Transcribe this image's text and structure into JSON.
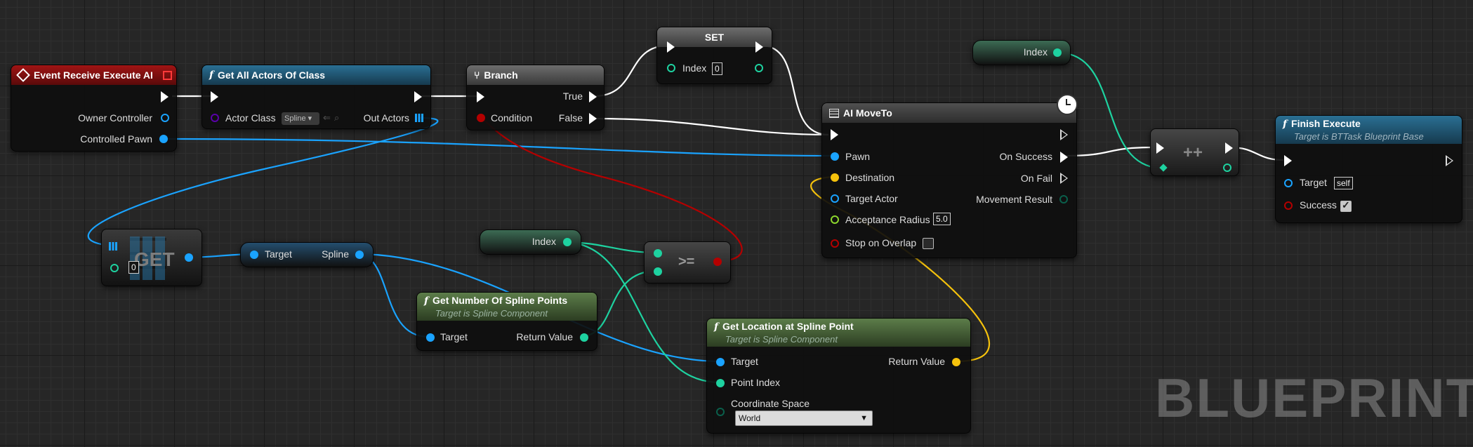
{
  "watermark": "BLUEPRINT",
  "nodes": {
    "event": {
      "title": "Event Receive Execute AI",
      "owner": "Owner Controller",
      "pawn": "Controlled Pawn"
    },
    "getall": {
      "title": "Get All Actors Of Class",
      "actor_class": "Actor Class",
      "class_value": "Spline",
      "out": "Out Actors"
    },
    "branch": {
      "title": "Branch",
      "cond": "Condition",
      "true_label": "True",
      "false_label": "False"
    },
    "set": {
      "title": "SET",
      "index": "Index",
      "index_value": "0"
    },
    "index_top": {
      "label": "Index"
    },
    "moveto": {
      "title": "AI MoveTo",
      "pawn": "Pawn",
      "dest": "Destination",
      "target": "Target Actor",
      "radius": "Acceptance Radius",
      "radius_value": "5.0",
      "stop": "Stop on Overlap",
      "success": "On Success",
      "fail": "On Fail",
      "result": "Movement Result"
    },
    "incr": {
      "title": "++"
    },
    "finish": {
      "title": "Finish Execute",
      "sub": "Target is BTTask Blueprint Base",
      "target": "Target",
      "target_value": "self",
      "success": "Success"
    },
    "get": {
      "title": "GET",
      "value": "0"
    },
    "spline": {
      "target": "Target",
      "spline": "Spline"
    },
    "index_mid": {
      "label": "Index"
    },
    "gte": {
      "title": ">="
    },
    "numpoints": {
      "title": "Get Number Of Spline Points",
      "sub": "Target is Spline Component",
      "target": "Target",
      "ret": "Return Value"
    },
    "location": {
      "title": "Get Location at Spline Point",
      "sub": "Target is Spline Component",
      "target": "Target",
      "point": "Point Index",
      "space": "Coordinate Space",
      "space_value": "World",
      "ret": "Return Value"
    }
  },
  "colors": {
    "exec": "#ffffff",
    "object": "#1aa3ff",
    "integer": "#1ed2a0",
    "boolean": "#b40000",
    "vector": "#f5c20c",
    "float": "#8dd72d",
    "enum": "#0a5f4b",
    "class": "#5a00aa"
  }
}
